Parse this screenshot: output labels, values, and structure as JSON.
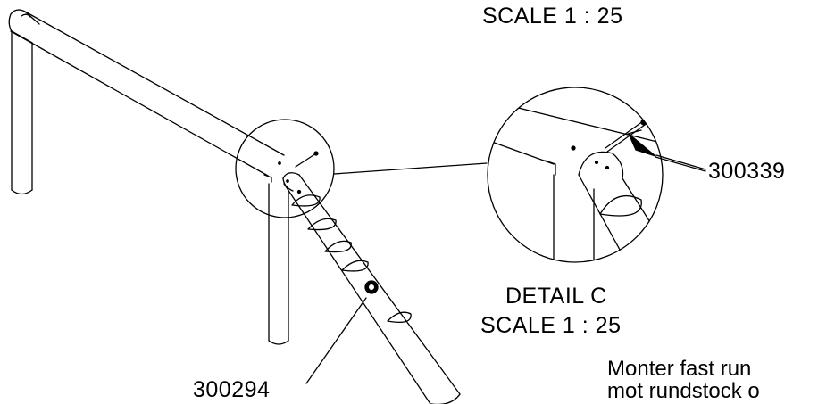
{
  "colors": {
    "line": "#000000",
    "background": "#ffffff"
  },
  "labels": {
    "top_scale": "SCALE 1 : 25",
    "detail_title": "DETAIL C",
    "detail_scale": "SCALE 1 : 25",
    "part_bolt": "300339",
    "part_screw": "300294",
    "note_line1": "Monter fast run",
    "note_line2": "mot rundstock o"
  }
}
